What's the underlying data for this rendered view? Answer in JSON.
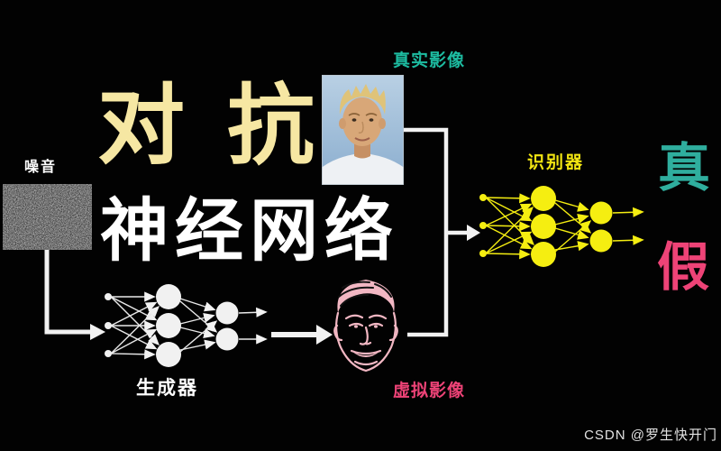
{
  "title": {
    "part1": "对 抗",
    "part2": "神经网络"
  },
  "noise": {
    "label": "噪音"
  },
  "generator": {
    "label": "生成器",
    "structure": "3-3-2"
  },
  "discriminator": {
    "label": "识别器",
    "structure": "3-3-2"
  },
  "real_image": {
    "label": "真实影像"
  },
  "fake_image": {
    "label": "虚拟影像"
  },
  "verdict": {
    "real": "真",
    "fake": "假"
  },
  "watermark": "CSDN @罗生快开门",
  "colors": {
    "background": "#020202",
    "title_accent": "#f6e7a3",
    "title_white": "#ffffff",
    "teal": "#1dbca1",
    "verdict_teal": "#2fae9e",
    "pink": "#ee4377",
    "yellow": "#f5ee11",
    "connector_white": "#f2f2f2"
  }
}
